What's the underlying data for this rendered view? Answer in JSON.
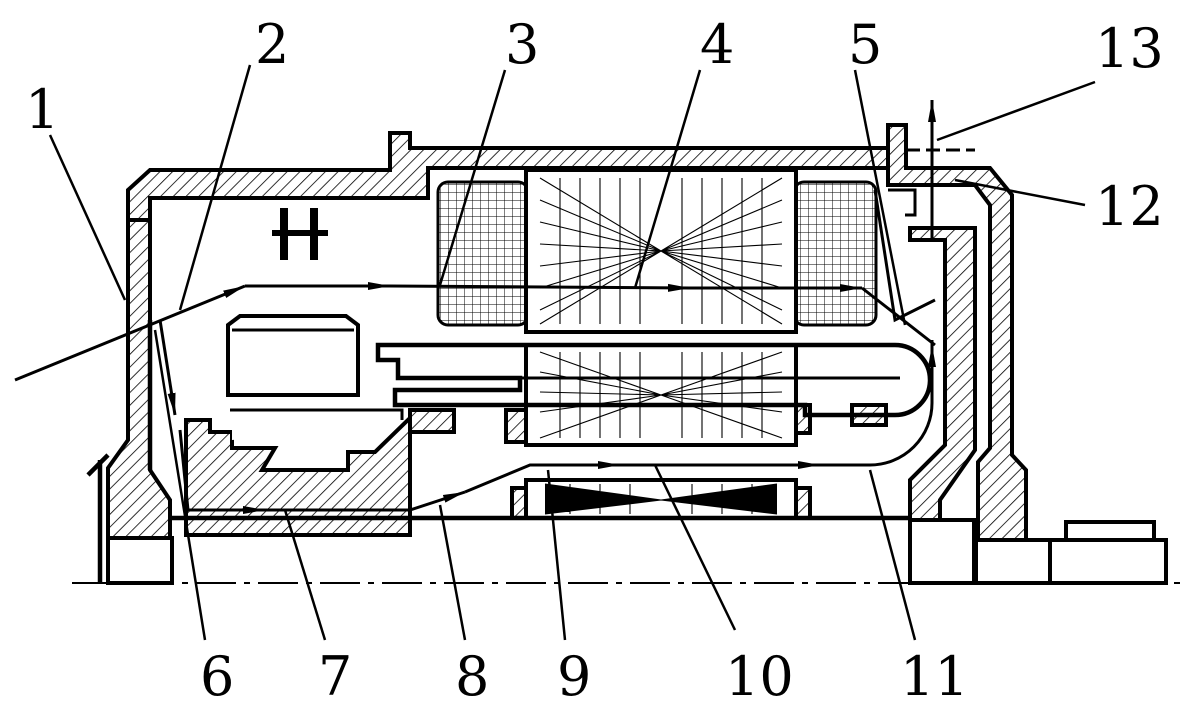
{
  "labels": [
    {
      "id": "1",
      "text": "1"
    },
    {
      "id": "2",
      "text": "2"
    },
    {
      "id": "3",
      "text": "3"
    },
    {
      "id": "4",
      "text": "4"
    },
    {
      "id": "5",
      "text": "5"
    },
    {
      "id": "6",
      "text": "6"
    },
    {
      "id": "7",
      "text": "7"
    },
    {
      "id": "8",
      "text": "8"
    },
    {
      "id": "9",
      "text": "9"
    },
    {
      "id": "10",
      "text": "10"
    },
    {
      "id": "11",
      "text": "11"
    },
    {
      "id": "12",
      "text": "12"
    },
    {
      "id": "13",
      "text": "13"
    }
  ],
  "colors": {
    "line": "#000000",
    "background": "#ffffff"
  }
}
